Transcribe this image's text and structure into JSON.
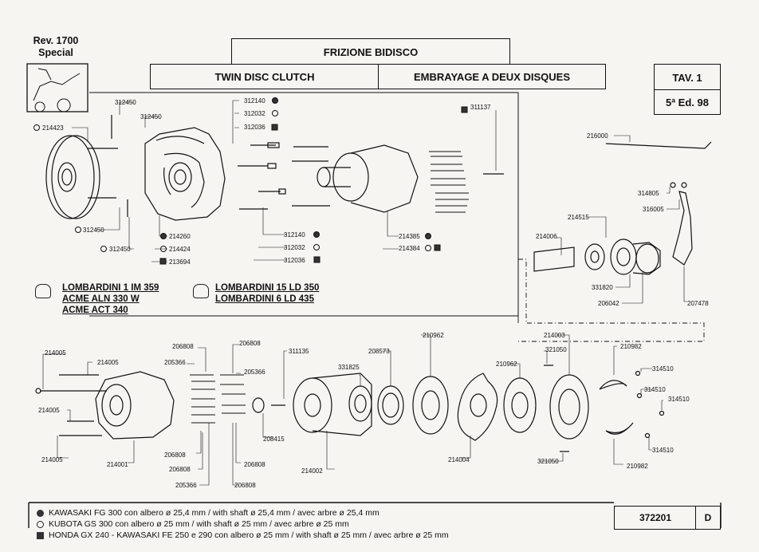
{
  "header": {
    "rev": "Rev. 1700",
    "model": "Special",
    "title_it": "FRIZIONE BIDISCO",
    "title_en": "TWIN DISC CLUTCH",
    "title_fr": "EMBRAYAGE A DEUX DISQUES",
    "table": "TAV. 1",
    "edition": "5ª Ed. 98"
  },
  "engines": {
    "group1": [
      "LOMBARDINI 1 IM 359",
      "ACME ALN 330 W",
      "ACME ACT 340"
    ],
    "group2": [
      "LOMBARDINI 15 LD 350",
      "LOMBARDINI 6 LD 435"
    ]
  },
  "parts_top": {
    "p312450a": "312450",
    "p312450b": "312450",
    "p214423": "214423",
    "p312450c": "312450",
    "p312450d": "312450",
    "p214260": "214260",
    "p214424": "214424",
    "p213694": "213694",
    "p312140a": "312140",
    "p312032a": "312032",
    "p312036a": "312036",
    "p312140b": "312140",
    "p312032b": "312032",
    "p312036b": "312036",
    "p311137": "311137",
    "p214385": "214385",
    "p214384": "214384",
    "p216000": "216000",
    "p314805": "314805",
    "p316005": "316005",
    "p214515": "214515",
    "p214006": "214006",
    "p331820": "331820",
    "p206042": "206042",
    "p207478": "207478"
  },
  "parts_bottom": {
    "p214005a": "214005",
    "p214005b": "214005",
    "p214005c": "214005",
    "p214005d": "214005",
    "p214001": "214001",
    "p206808a": "206808",
    "p206808b": "206808",
    "p205366a": "205366",
    "p205366b": "205366",
    "p206808c": "206808",
    "p206808d": "206808",
    "p206808e": "206808",
    "p205366c": "205366",
    "p206808f": "206808",
    "p311135": "311135",
    "p208415": "208415",
    "p214002": "214002",
    "p331825": "331825",
    "p208573": "208573",
    "p210962a": "210962",
    "p210962b": "210962",
    "p214004": "214004",
    "p214003": "214003",
    "p321050a": "321050",
    "p321050b": "321050",
    "p210982a": "210982",
    "p210982b": "210982",
    "p314510a": "314510",
    "p314510b": "314510",
    "p314510c": "314510",
    "p314510d": "314510"
  },
  "legend": {
    "dot": "KAWASAKI FG 300 con albero ø 25,4 mm / with shaft ø 25,4 mm / avec arbre ø 25,4 mm",
    "ring": "KUBOTA GS 300 con albero ø 25 mm / with shaft ø 25 mm / avec arbre ø 25 mm",
    "square": "HONDA GX 240 - KAWASAKI FE 250 e 290 con albero ø 25 mm / with shaft ø 25 mm / avec arbre ø 25 mm"
  },
  "footer": {
    "code": "372201",
    "letter": "D"
  }
}
